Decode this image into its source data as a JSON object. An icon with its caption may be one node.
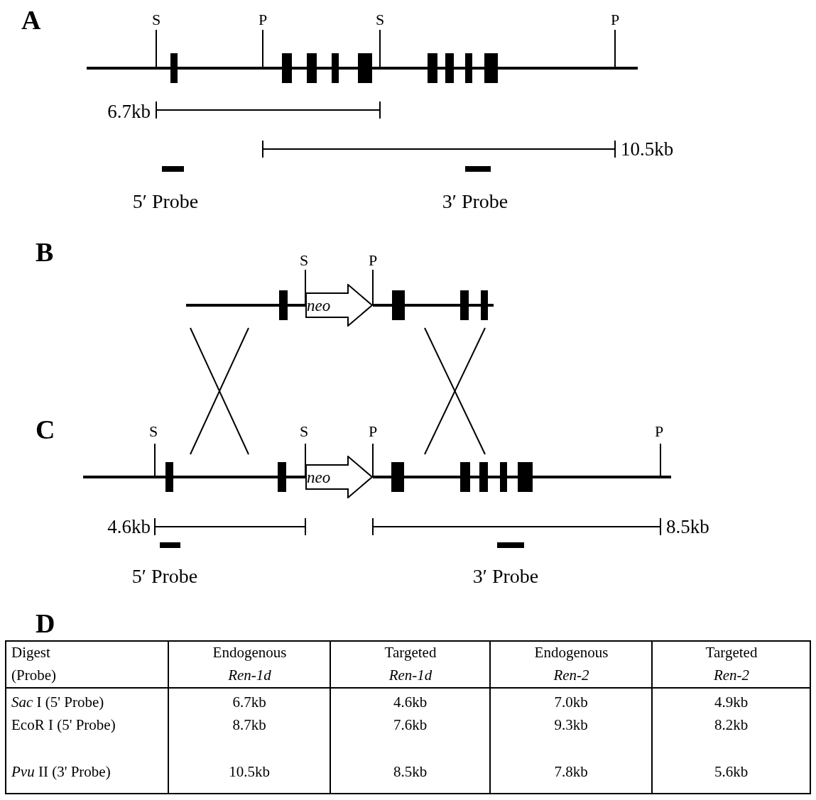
{
  "diagram": {
    "nodes": [
      {
        "text": [
          "neo"
        ]
      },
      {
        "text": [
          "neo"
        ]
      }
    ],
    "edges": [],
    "labels": [
      "A",
      "S",
      "P",
      "S",
      "P",
      "6.7kb",
      "10.5kb",
      "5′ Probe",
      "3′ Probe",
      "B",
      "S",
      "P",
      "C",
      "S",
      "S",
      "P",
      "P",
      "4.6kb",
      "8.5kb",
      "5′ Probe",
      "3′ Probe",
      "D",
      "Digest (Probe)",
      "Endogenous *Ren-1d*",
      "Targeted *Ren-1d*",
      "Endogenous *Ren-2*",
      "Targeted *Ren-2*",
      "*Sac* I (5' Probe)",
      "6.7kb",
      "4.6kb",
      "7.0kb",
      "4.9kb",
      "EcoR I (5' Probe)",
      "8.7kb",
      "7.6kb",
      "9.3kb",
      "8.2kb",
      "*Pvu* II (3' Probe)",
      "10.5kb",
      "8.5kb",
      "7.8kb",
      "5.6kb"
    ]
  }
}
